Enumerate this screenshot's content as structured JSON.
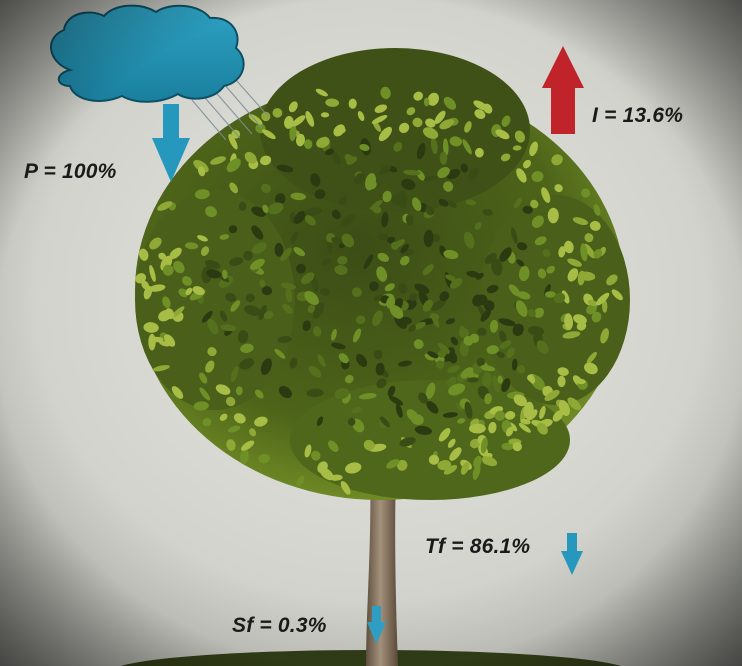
{
  "labels": {
    "precipitation": "P = 100%",
    "interception": "I = 13.6%",
    "throughfall": "Tf = 86.1%",
    "stemflow": "Sf = 0.3%"
  },
  "colors": {
    "cloud": "#1f8fb0",
    "down_arrow": "#2698bd",
    "up_arrow": "#c0242a",
    "foliage_dark": "#2c3a12",
    "foliage_light": "#8fa836",
    "trunk": "#8a7560",
    "background": "#dcdcd6"
  },
  "icons": {
    "cloud": "rain-cloud-icon",
    "precipitation_arrow": "arrow-down-icon",
    "interception_arrow": "arrow-up-icon",
    "throughfall_arrow": "arrow-down-icon",
    "stemflow_arrow": "arrow-down-icon"
  }
}
